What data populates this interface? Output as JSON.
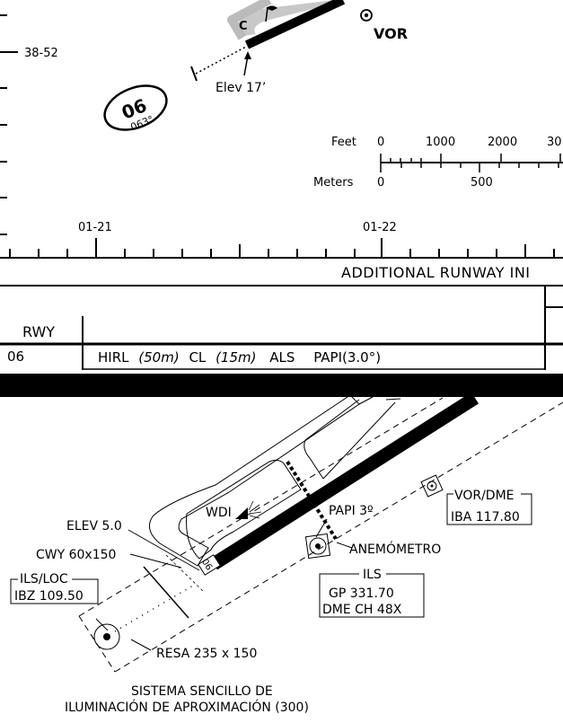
{
  "top_chart": {
    "lat_label": "38-52",
    "runway_label": "06",
    "runway_heading": "063°",
    "elevation_label": "Elev 17’",
    "vor_label": "VOR",
    "letter_c": "C",
    "scale": {
      "feet_label": "Feet",
      "meters_label": "Meters",
      "feet_ticks": [
        "0",
        "1000",
        "2000",
        "30"
      ],
      "meters_ticks": [
        "0",
        "500"
      ]
    },
    "lon_labels": [
      "01-21",
      "01-22"
    ]
  },
  "runway_info": {
    "title": "ADDITIONAL RUNWAY INI",
    "col_header": "RWY",
    "row": {
      "rwy": "06",
      "hirl": "HIRL",
      "hirl_spacing": "(50m)",
      "cl": "CL",
      "cl_spacing": "(15m)",
      "als": "ALS",
      "papi": "PAPI(3.0°)"
    }
  },
  "detail": {
    "elev": "ELEV 5.0",
    "cwy": "CWY 60x150",
    "ils_loc_title": "ILS/LOC",
    "ils_loc_freq": "IBZ 109.50",
    "wdi": "WDI",
    "papi": "PAPI 3º",
    "anemometro": "ANEMÓMETRO",
    "vor_dme_title": "VOR/DME",
    "vor_dme_freq": "IBA 117.80",
    "ils_title": "ILS",
    "ils_gp": "GP 331.70",
    "ils_dme": "DME CH 48X",
    "runway_number": "06",
    "resa": "RESA 235 x 150",
    "approach_line1": "SISTEMA SENCILLO DE",
    "approach_line2": "ILUMINACIÓN DE APROXIMACIÓN (300)"
  }
}
